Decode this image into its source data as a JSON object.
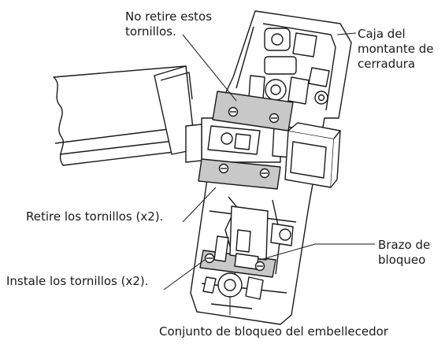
{
  "callouts": {
    "no_remove_screws": "No retire estos\ntornillos.",
    "latch_box": "Caja del\nmontante de\ncerradura",
    "remove_screws": "Retire los tornillos (x2).",
    "locking_arm": "Brazo de\nbloqueo",
    "install_screws": "Instale los tornillos (x2).",
    "trim_lock_assembly": "Conjunto de bloqueo del embellecedor"
  },
  "colors": {
    "line": "#1a1a1a",
    "highlight": "#c8c8c8",
    "fill": "#ffffff"
  }
}
